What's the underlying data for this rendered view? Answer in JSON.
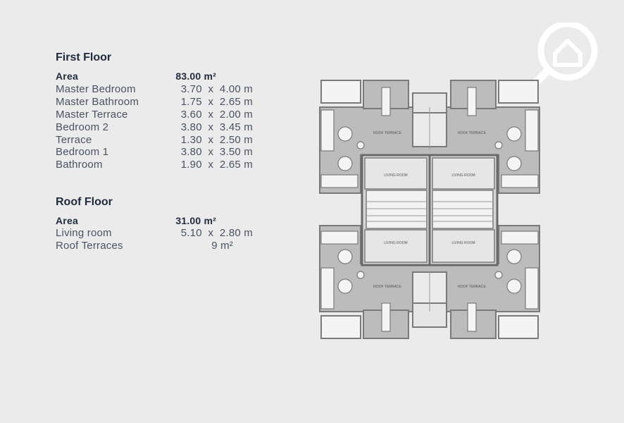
{
  "first_floor": {
    "title": "First Floor",
    "area_label": "Area",
    "area_value": "83.00 m²",
    "rooms": [
      {
        "name": "Master Bedroom",
        "dim": "3.70  x  4.00 m"
      },
      {
        "name": "Master Bathroom",
        "dim": "1.75  x  2.65 m"
      },
      {
        "name": "Master Terrace",
        "dim": "3.60  x  2.00 m"
      },
      {
        "name": "Bedroom 2",
        "dim": "3.80  x  3.45 m"
      },
      {
        "name": "Terrace",
        "dim": "1.30  x  2.50 m"
      },
      {
        "name": "Bedroom 1",
        "dim": "3.80  x  3.50 m"
      },
      {
        "name": "Bathroom",
        "dim": "1.90  x  2.65 m"
      }
    ]
  },
  "roof_floor": {
    "title": "Roof Floor",
    "area_label": "Area",
    "area_value": "31.00 m²",
    "rooms": [
      {
        "name": "Living room",
        "dim": "5.10  x  2.80 m"
      },
      {
        "name": "Roof Terraces",
        "dim": "9 m²"
      }
    ]
  },
  "plan": {
    "labels": {
      "roof_terrace_tl": "ROOF TERRACE",
      "roof_terrace_tr": "ROOF TERRACE",
      "living_tl": "LIVING ROOM",
      "living_tr": "LIVING ROOM",
      "living_bl": "LIVING ROOM",
      "living_br": "LIVING ROOM",
      "roof_terrace_bl": "ROOF TERRACE",
      "roof_terrace_br": "ROOF TERRACE"
    }
  },
  "colors": {
    "background": "#ebebeb",
    "title": "#1f2a3c",
    "text": "#4a5262",
    "terrace_fill": "#bcbcbc",
    "room_fill": "#e6e6e6",
    "wall": "#7a7a7a"
  },
  "icons": {
    "logo": "house-search-icon"
  }
}
